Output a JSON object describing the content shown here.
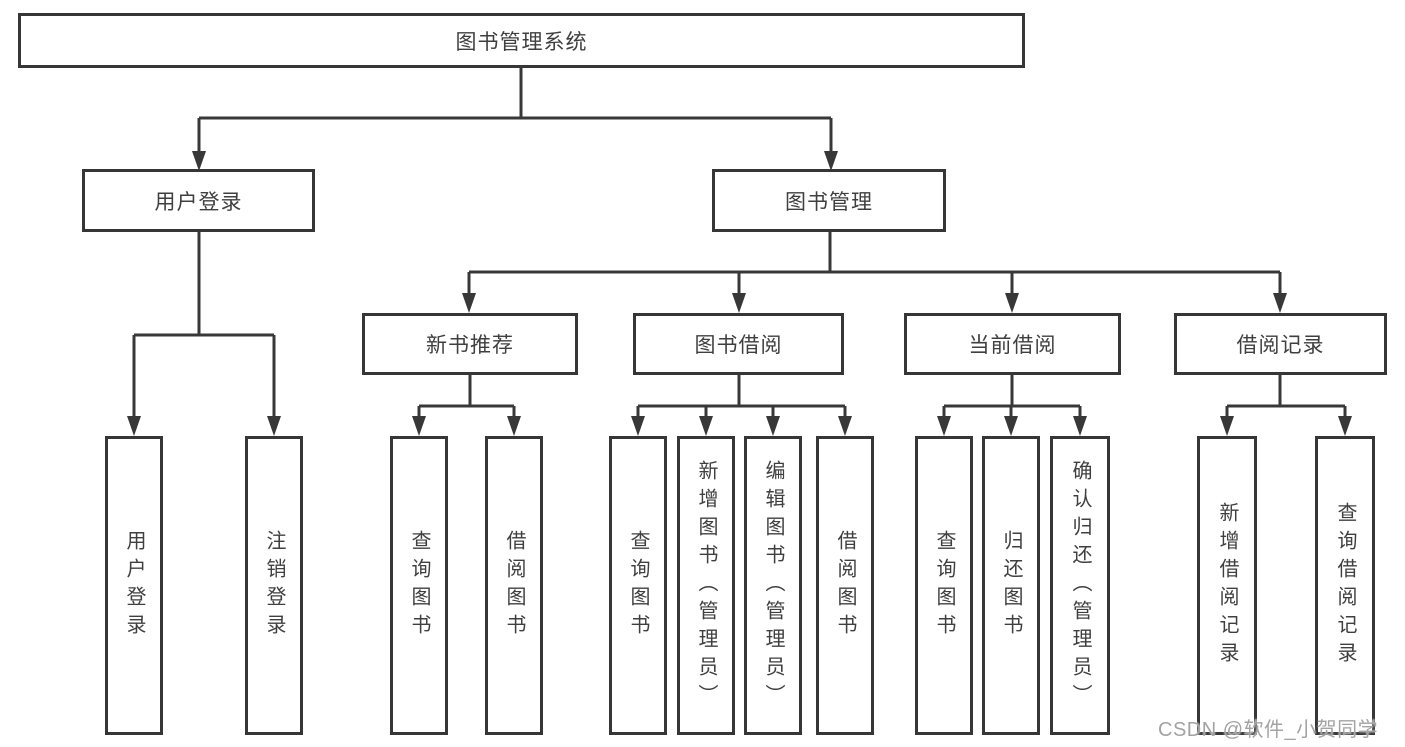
{
  "colors": {
    "background": "#ffffff",
    "box_fill": "#ffffff",
    "box_border": "#363636",
    "connector_line": "#383838",
    "text": "#3f3f3f",
    "watermark_text": "#a3a3a3"
  },
  "nodes": {
    "root": {
      "label": "图书管理系统"
    },
    "user_login": {
      "label": "用户登录"
    },
    "book_mgmt": {
      "label": "图书管理"
    },
    "new_book_rec": {
      "label": "新书推荐"
    },
    "book_borrow": {
      "label": "图书借阅"
    },
    "current_borrow": {
      "label": "当前借阅"
    },
    "borrow_record": {
      "label": "借阅记录"
    },
    "leaf_user_login": {
      "label": "用户登录"
    },
    "leaf_logout_login": {
      "label": "注销登录"
    },
    "leaf_query_book_rec": {
      "label": "查询图书"
    },
    "leaf_borrow_book_rec": {
      "label": "借阅图书"
    },
    "leaf_query_book_borrow": {
      "label": "查询图书"
    },
    "leaf_add_book": {
      "label": "新增图书（管理员）"
    },
    "leaf_edit_book": {
      "label": "编辑图书（管理员）"
    },
    "leaf_borrow_book": {
      "label": "借阅图书"
    },
    "leaf_query_book_current": {
      "label": "查询图书"
    },
    "leaf_return_book": {
      "label": "归还图书"
    },
    "leaf_confirm_return": {
      "label": "确认归还（管理员）"
    },
    "leaf_add_borrow_record": {
      "label": "新增借阅记录"
    },
    "leaf_query_borrow_record": {
      "label": "查询借阅记录"
    }
  },
  "hierarchy": {
    "图书管理系统": {
      "用户登录": [
        "用户登录",
        "注销登录"
      ],
      "图书管理": {
        "新书推荐": [
          "查询图书",
          "借阅图书"
        ],
        "图书借阅": [
          "查询图书",
          "新增图书（管理员）",
          "编辑图书（管理员）",
          "借阅图书"
        ],
        "当前借阅": [
          "查询图书",
          "归还图书",
          "确认归还（管理员）"
        ],
        "借阅记录": [
          "新增借阅记录",
          "查询借阅记录"
        ]
      }
    }
  },
  "watermark": {
    "text": "CSDN @软件_小贺同学"
  }
}
